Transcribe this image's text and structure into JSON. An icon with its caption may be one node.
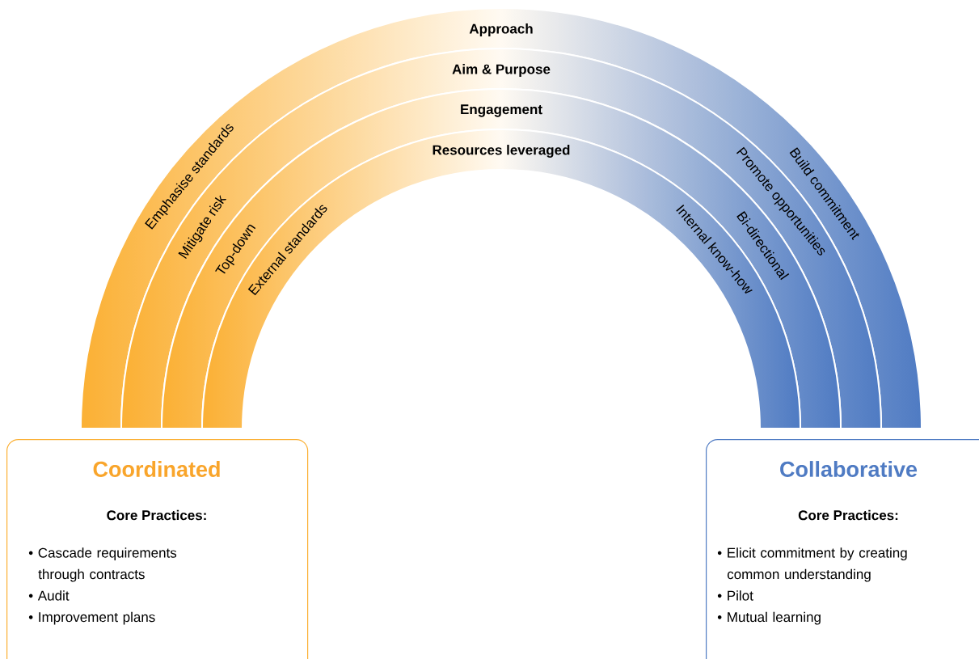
{
  "diagram": {
    "nodes": [
      {
        "text": [
          "Coordinated",
          "Core Practices:",
          "• Cascade requirements through contracts",
          "• Audit",
          "• Improvement plans"
        ]
      },
      {
        "text": [
          "Collaborative",
          "Core Practices:",
          "• Elicit commitment by creating common understanding",
          "• Pilot",
          "• Mutual learning"
        ]
      }
    ],
    "labels": [
      "Approach",
      "Aim & Purpose",
      "Engagement",
      "Resources leveraged",
      "Emphasise standards",
      "Build commitment",
      "Mitigate risk",
      "Promote opportunities",
      "Top-down",
      "Bi-directional",
      "External standards",
      "Internal know-how"
    ]
  }
}
